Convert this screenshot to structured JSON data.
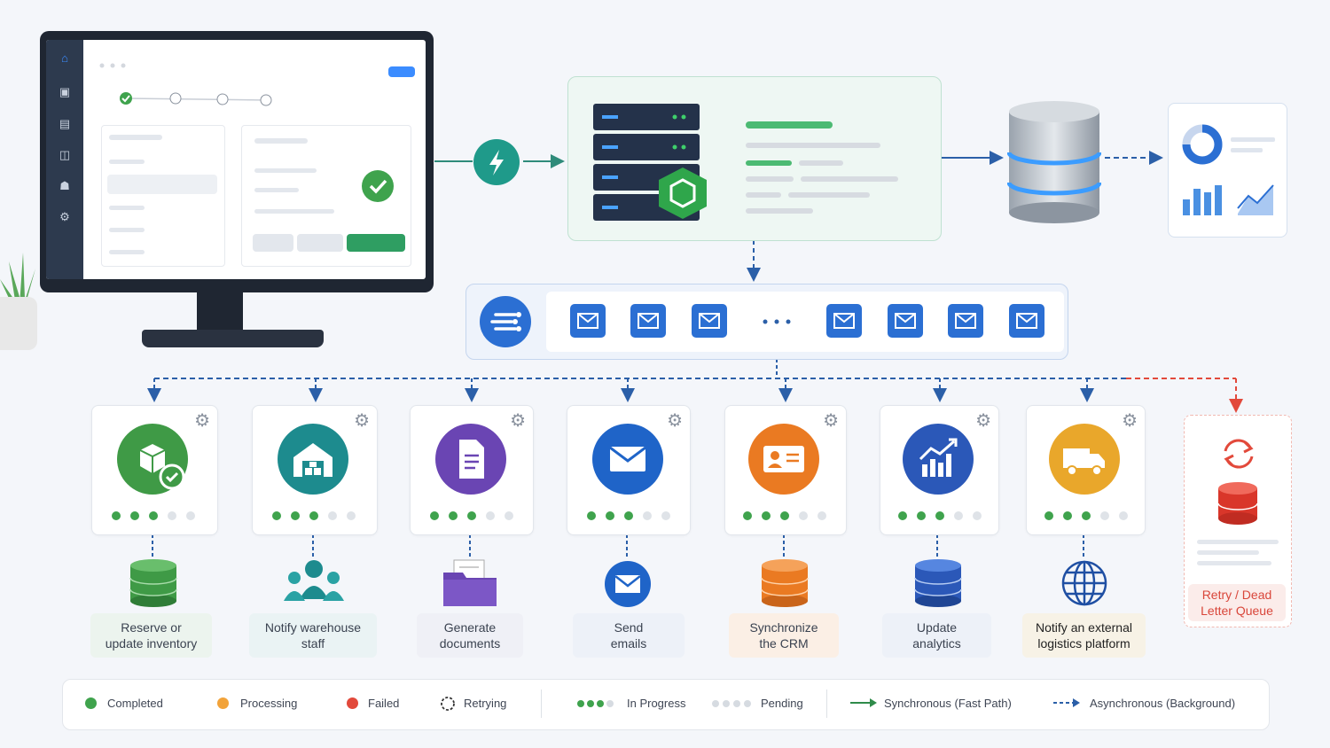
{
  "services": [
    {
      "label": "Reserve or\nupdate inventory",
      "color": "#3f9a46",
      "bg": "#ecf4ee"
    },
    {
      "label": "Notify warehouse\nstaff",
      "color": "#1d8b8e",
      "bg": "#eaf3f4"
    },
    {
      "label": "Generate\ndocuments",
      "color": "#6a45b3",
      "bg": "#eff0f6"
    },
    {
      "label": "Send\nemails",
      "color": "#1f64c8",
      "bg": "#edf1f8"
    },
    {
      "label": "Synchronize\nthe CRM",
      "color": "#ea7a22",
      "bg": "#fbefe5"
    },
    {
      "label": "Update\nanalytics",
      "color": "#2b58b8",
      "bg": "#edf1f8"
    },
    {
      "label": "Notify an external\nlogistics platform",
      "color": "#e9a72b",
      "bg": "#f7f2e6"
    }
  ],
  "dead_letter": {
    "label": "Retry / Dead\nLetter Queue",
    "color": "#e2493b"
  },
  "legend": {
    "completed": "Completed",
    "processing": "Processing",
    "failed": "Failed",
    "retrying": "Retrying",
    "in_progress": "In Progress",
    "pending": "Pending",
    "sync": "Synchronous (Fast Path)",
    "async": "Asynchronous (Background)"
  },
  "colors": {
    "green": "#3fa34d",
    "orange": "#f2a33a",
    "red": "#e2493b",
    "blue": "#2b6fd3",
    "teal": "#1f9a8a"
  }
}
